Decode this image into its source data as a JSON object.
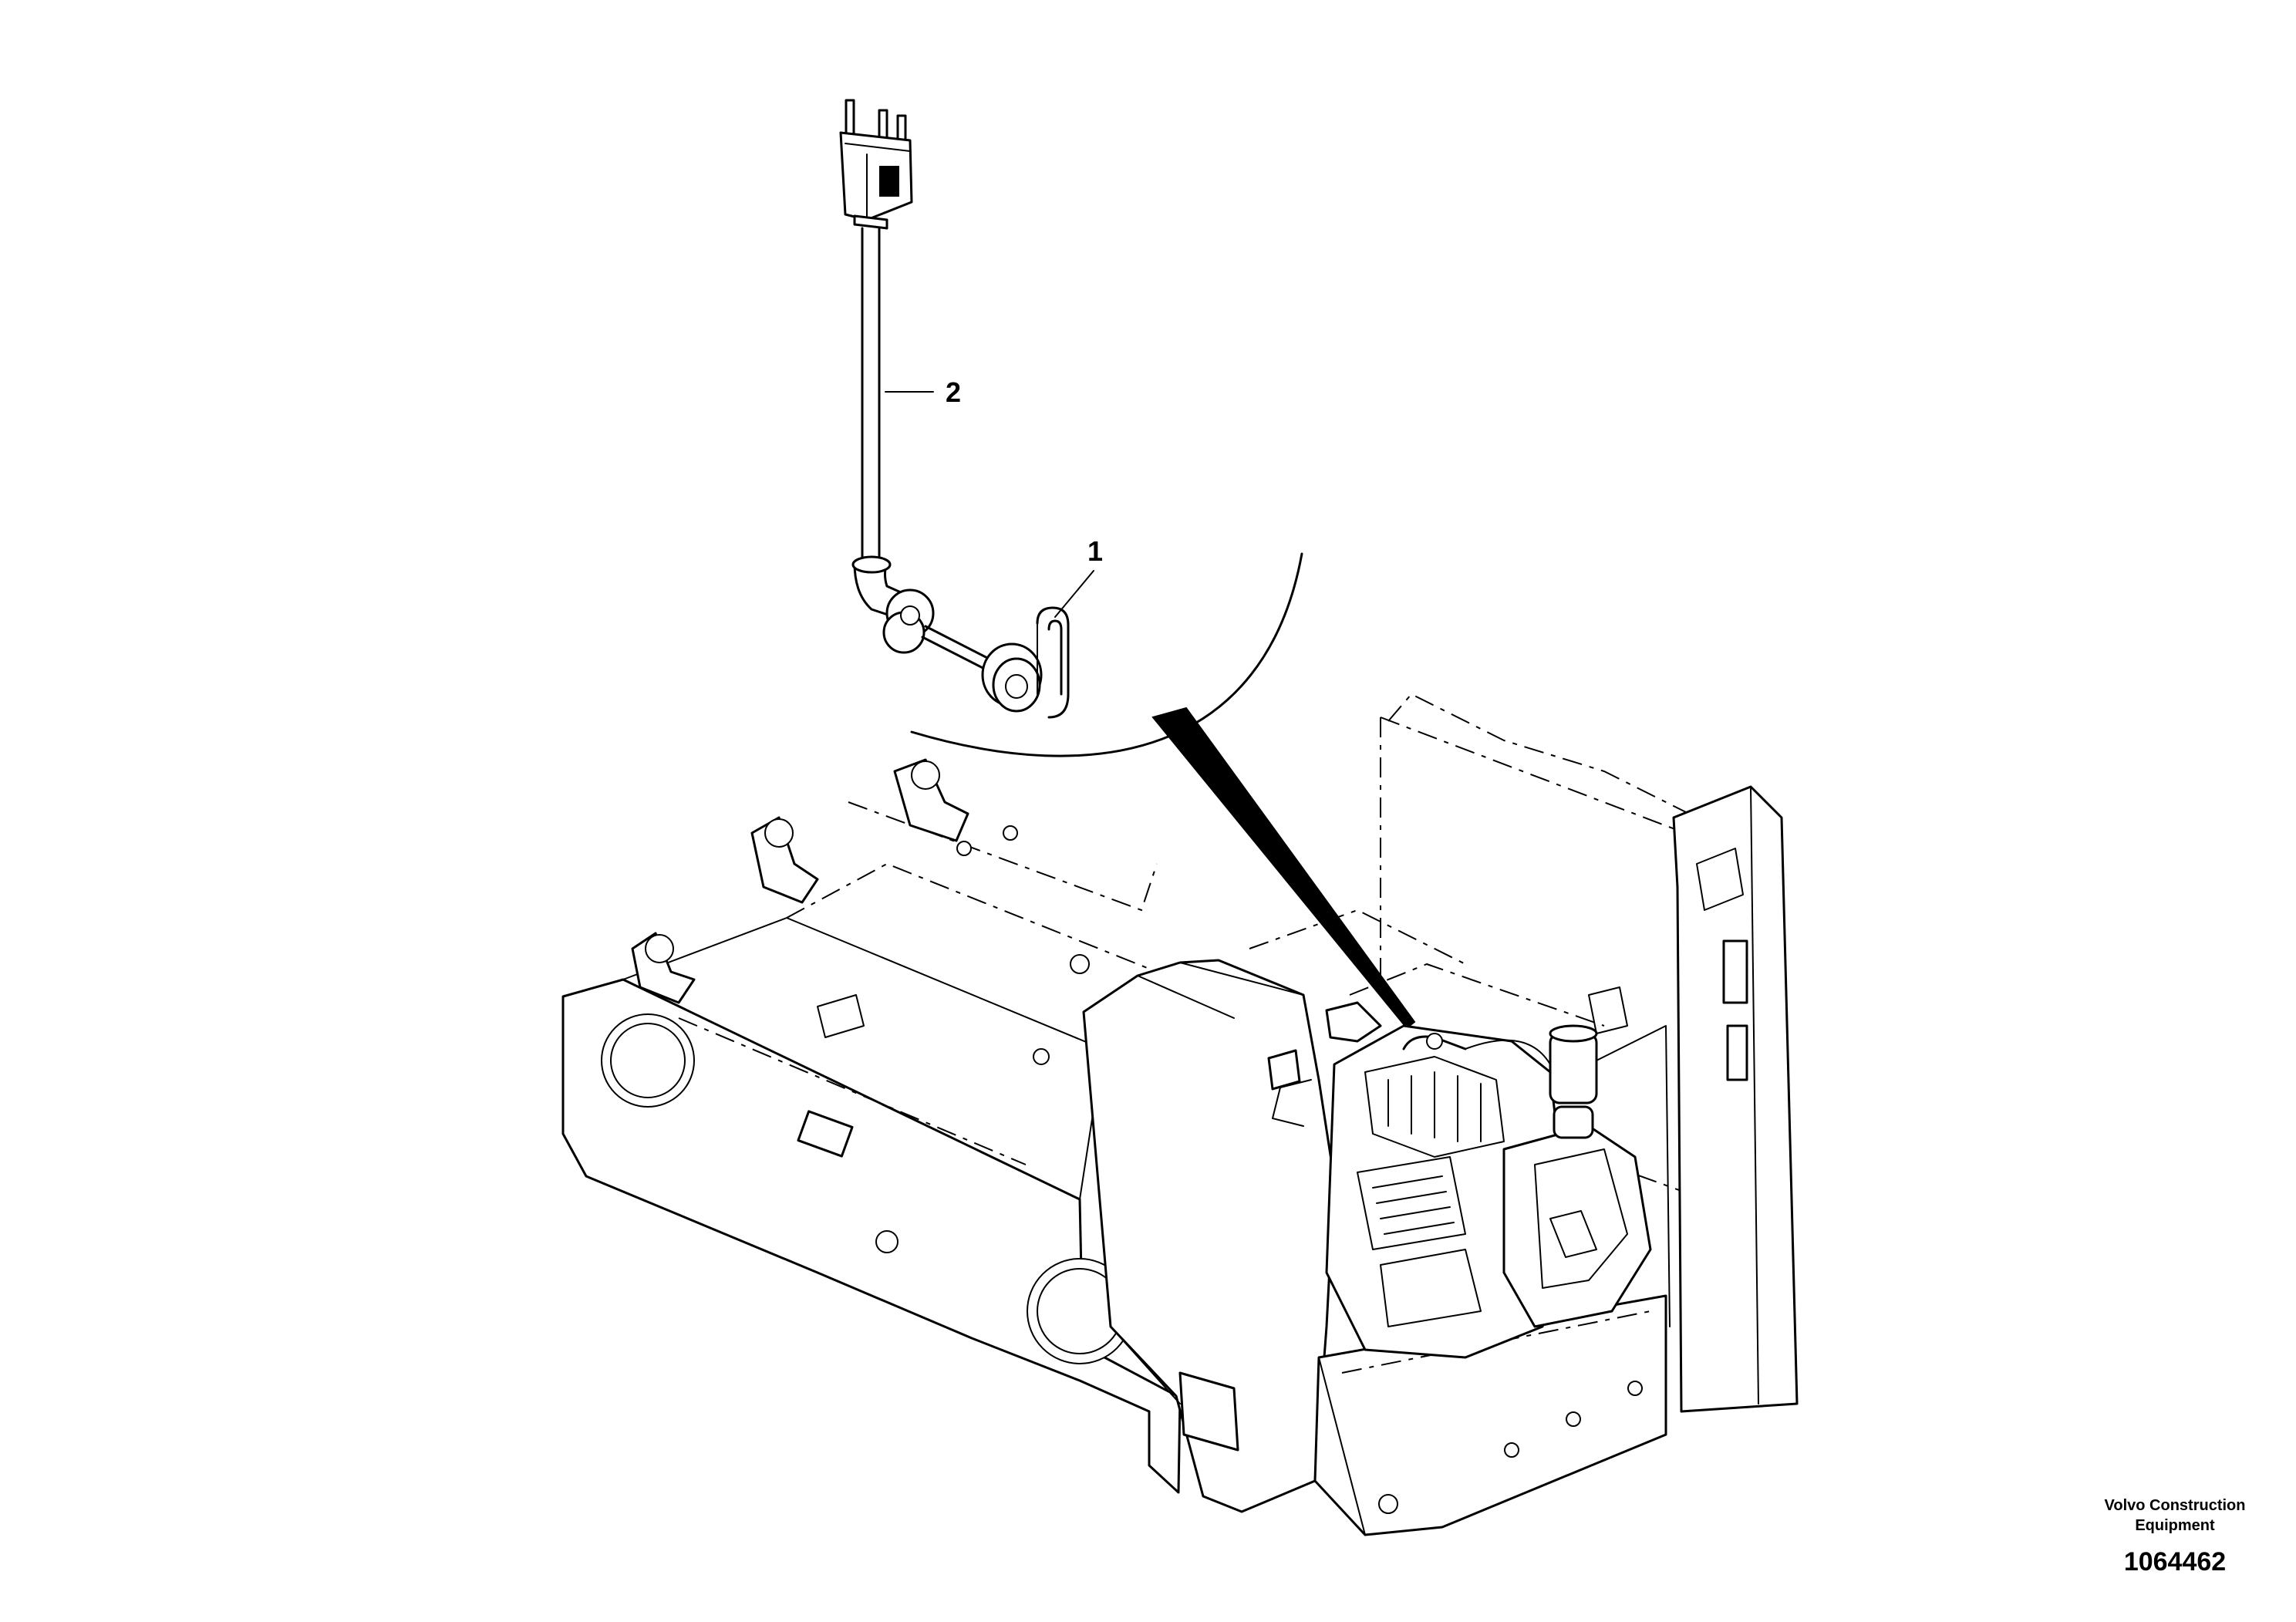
{
  "callouts": [
    {
      "id": "1",
      "label": "1"
    },
    {
      "id": "2",
      "label": "2"
    }
  ],
  "publisher": {
    "line1": "Volvo Construction",
    "line2": "Equipment"
  },
  "figure_number": "1064462",
  "colors": {
    "line": "#000000",
    "background": "#ffffff"
  }
}
